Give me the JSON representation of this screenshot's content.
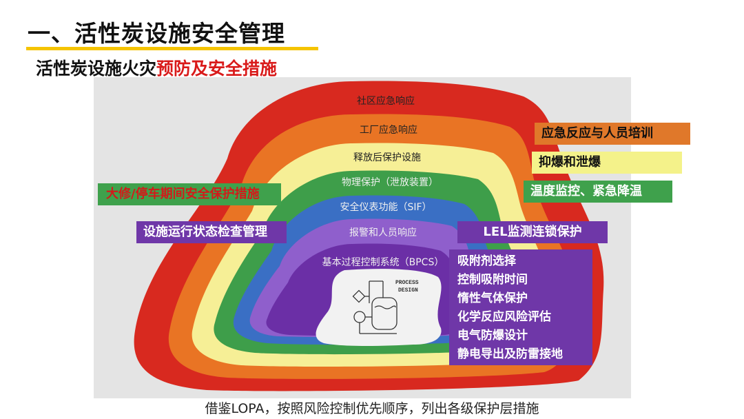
{
  "header": {
    "title": "一、活性炭设施安全管理",
    "subtitle_prefix": "活性炭设施火灾",
    "subtitle_highlight": "预防及安全措施"
  },
  "layers": [
    {
      "label": "社区应急响应",
      "color": "#d8291f"
    },
    {
      "label": "工厂应急响应",
      "color": "#e97424"
    },
    {
      "label": "释放后保护设施",
      "color": "#f6ef96"
    },
    {
      "label": "物理保护（泄放装置）",
      "color": "#3e9e4a"
    },
    {
      "label": "安全仪表功能（SIF）",
      "color": "#3a6fc4"
    },
    {
      "label": "报警和人员响应",
      "color": "#8f5fcc"
    },
    {
      "label": "基本过程控制系统（BPCS）",
      "color": "#6b2fa6"
    }
  ],
  "process_design": {
    "label_line1": "PROCESS",
    "label_line2": "DESIGN"
  },
  "tags": {
    "emergency": "应急反应与人员培训",
    "suppress": "抑爆和泄爆",
    "temperature": "温度监控、紧急降温",
    "overhaul": "大修/停车期间安全保护措施",
    "status": "设施运行状态检查管理",
    "lel": "LEL监测连锁保护"
  },
  "measures": [
    "吸附剂选择",
    "控制吸附时间",
    "惰性气体保护",
    "化学反应风险评估",
    "电气防爆设计",
    "静电导出及防雷接地"
  ],
  "caption": "借鉴LOPA，按照风险控制优先顺序，列出各级保护层措施"
}
